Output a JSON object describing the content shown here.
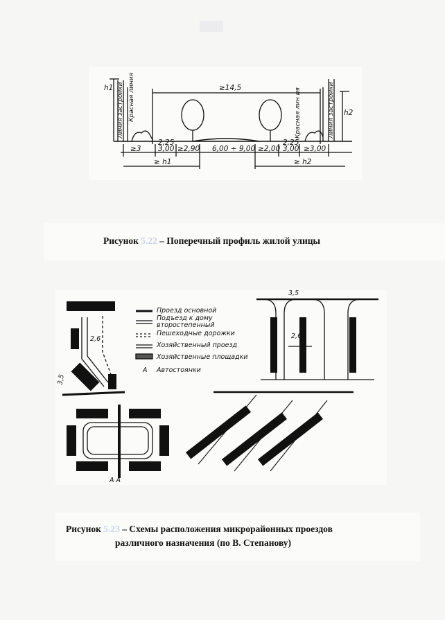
{
  "figure1": {
    "dims": {
      "top": "≥14,5",
      "h1": "h1",
      "h2": "h2",
      "left_line_1": "Линия застройки",
      "left_line_2": "Красная линия",
      "right_line_1": "Красная лин ия",
      "right_line_2": "Линия застройки",
      "w_left": "≥3",
      "sidewalk_left_a": "2,25",
      "sidewalk_left_b": "3,00",
      "strip_left": "≥2,90",
      "carriageway": "6,00 ÷ 9,00",
      "strip_right": "≥2,00",
      "sidewalk_right_a": "2,25",
      "sidewalk_right_b": "3,00",
      "w_right": "≥3,00",
      "bottom_left": "≥ h1",
      "bottom_right": "≥ h2"
    },
    "caption_prefix": "Рисунок",
    "caption_num": "5.22",
    "caption_text": "– Поперечный профиль жилой улицы"
  },
  "figure2": {
    "legend": [
      "Проезд основной",
      "Подъезд к дому",
      "второстепенный",
      "Пешеходные дорожки",
      "Хозяйственный проезд",
      "Хозяйственные площадки",
      "Автостоянки"
    ],
    "legend_a": "А",
    "labels": {
      "dim_26_left": "2,6",
      "dim_35_left": "3,5",
      "dim_26_right": "2,6",
      "dim_35_top": "3,5",
      "park_a": "А",
      "aa": "А А"
    },
    "caption_prefix": "Рисунок",
    "caption_num": "5.23",
    "caption_text": "– Схемы расположения микрорайонных проездов",
    "caption_line2": "различного назначения (по В. Степанову)"
  }
}
